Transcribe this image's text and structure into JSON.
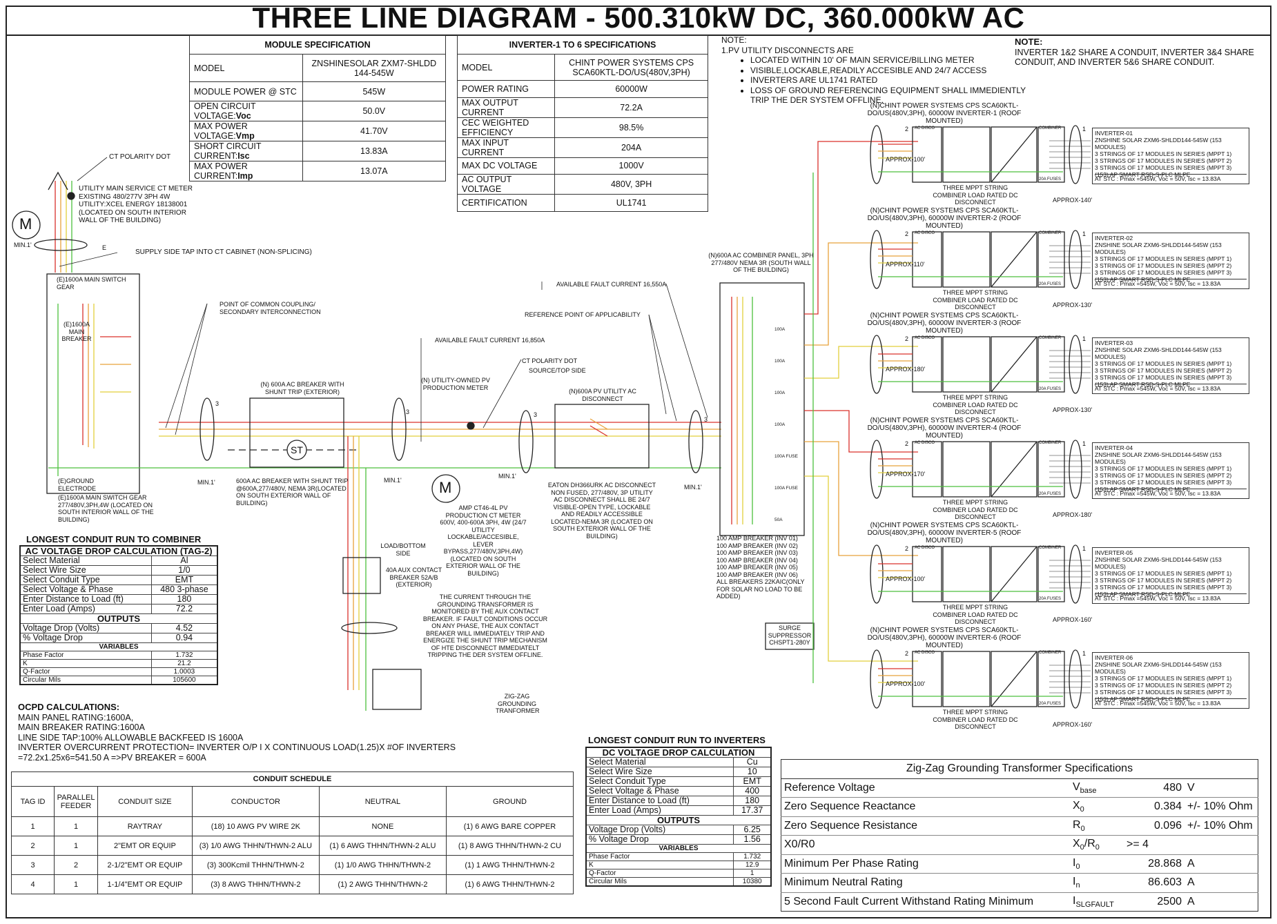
{
  "title": "THREE LINE DIAGRAM - 500.310kW DC, 360.000kW AC",
  "module_spec": {
    "header": "MODULE SPECIFICATION",
    "rows": [
      {
        "k": "MODEL",
        "v": "ZNSHINESOLAR ZXM7-SHLDD 144-545W"
      },
      {
        "k": "MODULE POWER @ STC",
        "v": "545W"
      },
      {
        "k": "OPEN CIRCUIT VOLTAGE:",
        "kb": "Voc",
        "v": "50.0V"
      },
      {
        "k": "MAX POWER VOLTAGE:",
        "kb": "Vmp",
        "v": "41.70V"
      },
      {
        "k": "SHORT CIRCUIT CURRENT:",
        "kb": "Isc",
        "v": "13.83A"
      },
      {
        "k": "MAX POWER CURRENT:",
        "kb": "Imp",
        "v": "13.07A"
      }
    ]
  },
  "inverter_spec": {
    "header": "INVERTER-1 TO 6 SPECIFICATIONS",
    "rows": [
      {
        "k": "MODEL",
        "v": "CHINT POWER SYSTEMS CPS SCA60KTL-DO/US(480V,3PH)"
      },
      {
        "k": "POWER RATING",
        "v": "60000W"
      },
      {
        "k": "MAX OUTPUT CURRENT",
        "v": "72.2A"
      },
      {
        "k": "CEC WEIGHTED EFFICIENCY",
        "v": "98.5%"
      },
      {
        "k": "MAX INPUT CURRENT",
        "v": "204A"
      },
      {
        "k": "MAX DC VOLTAGE",
        "v": "1000V"
      },
      {
        "k": "AC OUTPUT VOLTAGE",
        "v": "480V, 3PH"
      },
      {
        "k": "CERTIFICATION",
        "v": "UL1741"
      }
    ]
  },
  "note1": {
    "title": "NOTE:",
    "line1": "1.PV UTILITY DISCONNECTS ARE",
    "bullets": [
      "LOCATED WITHIN 10' OF MAIN SERVICE/BILLING METER",
      "VISIBLE,LOCKABLE,READILY ACCESIBLE AND 24/7 ACCESS",
      "INVERTERS ARE UL1741 RATED",
      "LOSS OF GROUND REFERENCING EQUIPMENT SHALL IMMEDIENTLY TRIP THE DER SYSTEM OFFLINE."
    ]
  },
  "note2": {
    "title": "NOTE:",
    "text": "INVERTER 1&2 SHARE A CONDUIT, INVERTER 3&4 SHARE CONDUIT, AND INVERTER 5&6 SHARE CONDUIT."
  },
  "labels": {
    "ct_polarity_dot": "CT POLARITY DOT",
    "utility_meter": "UTILITY MAIN SERVICE CT METER EXISTING 480/277V 3PH 4W UTILITY:XCEL ENERGY 18138001 (LOCATED ON SOUTH INTERIOR WALL OF THE BUILDING)",
    "supply_tap": "SUPPLY SIDE TAP INTO CT CABINET (NON-SPLICING)",
    "main_switch": "(E)1600A MAIN SWITCH GEAR",
    "main_breaker": "(E)1600A MAIN BREAKER",
    "ground_electrode": "(E)GROUND ELECTRODE",
    "main_switch_desc": "(E)1600A MAIN SWITCH GEAR 277/480V,3PH,4W (LOCATED ON SOUTH INTERIOR WALL OF THE BUILDING)",
    "pcc": "POINT OF COMMON COUPLING/ SECONDARY INTERCONNECTION",
    "shunt_breaker": "(N) 600A AC BREAKER WITH SHUNT TRIP (EXTERIOR)",
    "shunt_desc": "600A AC BREAKER WITH SHUNT TRIP @600A,277/480V, NEMA 3R(LOCATED ON SOUTH EXTERIOR WALL OF BUILDING)",
    "st": "ST",
    "m": "M",
    "min1": "MIN.1'",
    "e": "E",
    "three": "3",
    "two": "2",
    "one": "1",
    "fault1": "AVAILABLE FAULT CURRENT 16,850A",
    "fault2": "AVAILABLE FAULT CURRENT 16,550A",
    "ref_point": "REFERENCE POINT OF APPLICABILITY",
    "ct_polarity2": "CT POLARITY DOT",
    "source_top": "SOURCE/TOP SIDE",
    "pv_meter": "(N) UTILITY-OWNED PV PRODUCTION METER",
    "pv_disc": "(N)600A PV UTILITY AC DISCONNECT",
    "amp_ct": "AMP CT46-4L PV PRODUCTION CT METER 600V, 400-600A 3PH, 4W (24/7 UTILITY LOCKABLE/ACCESIBLE, LEVER BYPASS,277/480V,3PH,4W) (LOCATED ON SOUTH EXTERIOR WALL OF THE BUILDING)",
    "eaton": "EATON DH366URK AC DISCONNECT NON FUSED, 277/480V, 3P UTILITY AC DISCONNECT SHALL BE 24/7 VISIBLE-OPEN TYPE, LOCKABLE AND READILY ACCESSIBLE LOCATED-NEMA 3R (LOCATED ON SOUTH EXTERIOR WALL OF THE BUILDING)",
    "load_bottom": "LOAD/BOTTOM SIDE",
    "aux_breaker": "40A AUX CONTACT BREAKER 52A/B (EXTERIOR)",
    "grounding_note": "THE CURRENT THROUGH THE GROUNDING TRANSFORMER IS MONITORED BY THE AUX CONTACT BREAKER. IF FAULT CONDITIONS OCCUR ON ANY PHASE, THE AUX CONTACT BREAKER WILL IMMEDIATELY TRIP AND ENERGIZE THE SHUNT TRIP MECHANISM OF HTE DISCONNECT IMMEDIATELT TRIPPING THE DER SYSTEM OFFLINE.",
    "zigzag": "ZIG-ZAG GROUNDING TRANFORMER",
    "combiner_panel": "(N)600A AC COMBINER PANEL, 3PH 277/480V NEMA 3R (SOUTH WALL OF THE BUILDING)",
    "breaker_list": [
      "100 AMP BREAKER (INV 01)",
      "100 AMP BREAKER (INV 02)",
      "100 AMP BREAKER (INV 03)",
      "100 AMP BREAKER (INV 04)",
      "100 AMP BREAKER (INV 05)",
      "100 AMP BREAKER (INV 06)",
      "ALL BREAKERS 22KAIC(ONLY FOR SOLAR NO LOAD TO BE ADDED)"
    ],
    "surge": "SURGE SUPPRESSOR CHSPT1-280Y",
    "panel_small": [
      "100A",
      "100A",
      "100A",
      "100A",
      "100A FUSE",
      "100A FUSE",
      "50A"
    ],
    "ac_disco": "AC DISCO",
    "combiner": "COMBINER",
    "fuses": "20A FUSES",
    "mppt": "THREE MPPT STRING COMBINER LOAD RATED DC DISCONNECT"
  },
  "inverters": [
    {
      "title": "(N)CHINT POWER SYSTEMS CPS SCA60KTL-DO/US(480V,3PH), 60000W INVERTER-1 (ROOF MOUNTED)",
      "left_run": "APPROX-100'",
      "right_run": "APPROX-140'",
      "box": [
        "INVERTER-01",
        "ZNSHINE SOLAR ZXM6-SHLDD144-545W (153 MODULES)",
        "3 STRINGS OF 17 MODULES IN SERIES (MPPT 1)",
        "3 STRINGS OF 17 MODULES IN SERIES (MPPT 2)",
        "3 STRINGS OF 17 MODULES IN SERIES (MPPT 3)",
        "(153) AP SMART RSD-S-PLC MLPE"
      ],
      "stc": "AT STC : Pmax =545W, Voc = 50V, Isc = 13.83A"
    },
    {
      "title": "(N)CHINT POWER SYSTEMS CPS SCA60KTL-DO/US(480V,3PH), 60000W INVERTER-2 (ROOF MOUNTED)",
      "left_run": "APPROX-110'",
      "right_run": "APPROX-130'",
      "box": [
        "INVERTER-02",
        "ZNSHINE SOLAR ZXM6-SHLDD144-545W (153 MODULES)",
        "3 STRINGS OF 17 MODULES IN SERIES (MPPT 1)",
        "3 STRINGS OF 17 MODULES IN SERIES (MPPT 2)",
        "3 STRINGS OF 17 MODULES IN SERIES (MPPT 3)",
        "(153) AP SMART RSD-S-PLC MLPE"
      ],
      "stc": "AT STC : Pmax =545W, Voc = 50V, Isc = 13.83A"
    },
    {
      "title": "(N)CHINT POWER SYSTEMS CPS SCA60KTL-DO/US(480V,3PH), 60000W INVERTER-3 (ROOF MOUNTED)",
      "left_run": "APPROX-180'",
      "right_run": "APPROX-130'",
      "box": [
        "INVERTER-03",
        "ZNSHINE SOLAR ZXM6-SHLDD144-545W (153 MODULES)",
        "3 STRINGS OF 17 MODULES IN SERIES (MPPT 1)",
        "3 STRINGS OF 17 MODULES IN SERIES (MPPT 2)",
        "3 STRINGS OF 17 MODULES IN SERIES (MPPT 3)",
        "(153) AP SMART RSD-S-PLC MLPE"
      ],
      "stc": "AT STC : Pmax =545W, Voc = 50V, Isc = 13.83A"
    },
    {
      "title": "(N)CHINT POWER SYSTEMS CPS SCA60KTL-DO/US(480V,3PH), 60000W INVERTER-4 (ROOF MOUNTED)",
      "left_run": "APPROX-170'",
      "right_run": "APPROX-180'",
      "box": [
        "INVERTER-04",
        "ZNSHINE SOLAR ZXM6-SHLDD144-545W (153 MODULES)",
        "3 STRINGS OF 17 MODULES IN SERIES (MPPT 1)",
        "3 STRINGS OF 17 MODULES IN SERIES (MPPT 2)",
        "3 STRINGS OF 17 MODULES IN SERIES (MPPT 3)",
        "(153) AP SMART RSD-S-PLC MLPE"
      ],
      "stc": "AT STC : Pmax =545W, Voc = 50V, Isc = 13.83A"
    },
    {
      "title": "(N)CHINT POWER SYSTEMS CPS SCA60KTL-DO/US(480V,3PH), 60000W INVERTER-5 (ROOF MOUNTED)",
      "left_run": "APPROX-100'",
      "right_run": "APPROX-160'",
      "box": [
        "INVERTER-05",
        "ZNSHINE SOLAR ZXM6-SHLDD144-545W (153 MODULES)",
        "3 STRINGS OF 17 MODULES IN SERIES (MPPT 1)",
        "3 STRINGS OF 17 MODULES IN SERIES (MPPT 2)",
        "3 STRINGS OF 17 MODULES IN SERIES (MPPT 3)",
        "(153) AP SMART RSD-S-PLC MLPE"
      ],
      "stc": "AT STC : Pmax =545W, Voc = 50V, Isc = 13.83A"
    },
    {
      "title": "(N)CHINT POWER SYSTEMS CPS SCA60KTL-DO/US(480V,3PH), 60000W INVERTER-6 (ROOF MOUNTED)",
      "left_run": "APPROX-100'",
      "right_run": "APPROX-160'",
      "box": [
        "INVERTER-06",
        "ZNSHINE SOLAR ZXM6-SHLDD144-545W (153 MODULES)",
        "3 STRINGS OF 17 MODULES IN SERIES (MPPT 1)",
        "3 STRINGS OF 17 MODULES IN SERIES (MPPT 2)",
        "3 STRINGS OF 17 MODULES IN SERIES (MPPT 3)",
        "(153) AP SMART RSD-S-PLC MLPE"
      ],
      "stc": "AT STC : Pmax =545W, Voc = 50V, Isc = 13.83A"
    }
  ],
  "ac_calc": {
    "heading": "LONGEST CONDUIT RUN TO COMBINER",
    "header": "AC VOLTAGE DROP CALCULATION (TAG-2)",
    "inputs": [
      [
        "Select Material",
        "Al"
      ],
      [
        "Select Wire Size",
        "1/0"
      ],
      [
        "Select Conduit Type",
        "EMT"
      ],
      [
        "Select Voltage & Phase",
        "480 3-phase"
      ],
      [
        "Enter Distance to Load (ft)",
        "180"
      ],
      [
        "Enter Load (Amps)",
        "72.2"
      ]
    ],
    "outputs_label": "OUTPUTS",
    "outputs": [
      [
        "Voltage Drop (Volts)",
        "4.52"
      ],
      [
        "% Voltage Drop",
        "0.94"
      ]
    ],
    "variables_label": "VARIABLES",
    "variables": [
      [
        "Phase Factor",
        "1.732"
      ],
      [
        "K",
        "21.2"
      ],
      [
        "Q-Factor",
        "1.0003"
      ],
      [
        "Circular Mils",
        "105600"
      ]
    ]
  },
  "dc_calc": {
    "heading": "LONGEST CONDUIT RUN TO INVERTERS",
    "header": "DC VOLTAGE DROP CALCULATION",
    "inputs": [
      [
        "Select Material",
        "Cu"
      ],
      [
        "Select Wire Size",
        "10"
      ],
      [
        "Select Conduit Type",
        "EMT"
      ],
      [
        "Select Voltage & Phase",
        "400"
      ],
      [
        "Enter Distance to Load (ft)",
        "180"
      ],
      [
        "Enter Load (Amps)",
        "17.37"
      ]
    ],
    "outputs_label": "OUTPUTS",
    "outputs": [
      [
        "Voltage Drop (Volts)",
        "6.25"
      ],
      [
        "% Voltage Drop",
        "1.56"
      ]
    ],
    "variables_label": "VARIABLES",
    "variables": [
      [
        "Phase Factor",
        "1.732"
      ],
      [
        "K",
        "12.9"
      ],
      [
        "Q-Factor",
        "1"
      ],
      [
        "Circular Mils",
        "10380"
      ]
    ]
  },
  "ocpd": {
    "heading": "OCPD CALCULATIONS:",
    "lines": [
      "MAIN PANEL RATING:1600A,",
      "MAIN BREAKER RATING:1600A",
      "LINE SIDE TAP:100% ALLOWABLE BACKFEED IS 1600A",
      "INVERTER OVERCURRENT PROTECTION= INVERTER O/P I X CONTINUOUS LOAD(1.25)X #OF INVERTERS",
      "=72.2x1.25x6=541.50 A =>PV BREAKER = 600A"
    ]
  },
  "conduit_schedule": {
    "title": "CONDUIT SCHEDULE",
    "headers": [
      "TAG ID",
      "PARALLEL FEEDER",
      "CONDUIT SIZE",
      "CONDUCTOR",
      "NEUTRAL",
      "GROUND"
    ],
    "rows": [
      [
        "1",
        "1",
        "RAYTRAY",
        "(18) 10 AWG PV WIRE 2K",
        "NONE",
        "(1) 6 AWG BARE COPPER"
      ],
      [
        "2",
        "1",
        "2\"EMT OR EQUIP",
        "(3) 1/0 AWG THHN/THWN-2 ALU",
        "(1) 6 AWG THHN/THWN-2 ALU",
        "(1) 8 AWG THHN/THWN-2 CU"
      ],
      [
        "3",
        "2",
        "2-1/2\"EMT OR EQUIP",
        "(3) 300Kcmil THHN/THWN-2",
        "(1) 1/0 AWG THHN/THWN-2",
        "(1) 1 AWG THHN/THWN-2"
      ],
      [
        "4",
        "1",
        "1-1/4\"EMT OR EQUIP",
        "(3) 8 AWG THHN/THWN-2",
        "(1) 2 AWG THHN/THWN-2",
        "(1) 6 AWG THHN/THWN-2"
      ]
    ]
  },
  "zigzag_spec": {
    "title": "Zig-Zag Grounding Transformer Specifications",
    "rows": [
      {
        "name": "Reference Voltage",
        "sym": "V",
        "sub": "base",
        "val": "480",
        "unit": "V"
      },
      {
        "name": "Zero Sequence Reactance",
        "sym": "X",
        "sub": "0",
        "val": "0.384",
        "unit": "+/- 10% Ohm"
      },
      {
        "name": "Zero Sequence Resistance",
        "sym": "R",
        "sub": "0",
        "val": "0.096",
        "unit": "+/- 10% Ohm"
      },
      {
        "name": "X0/R0",
        "sym": "X",
        "sub": "0",
        "sym2": "/R",
        "sub2": "0",
        "val": ">= 4",
        "unit": ""
      },
      {
        "name": "Minimum Per Phase Rating",
        "sym": "I",
        "sub": "0",
        "val": "28.868",
        "unit": "A"
      },
      {
        "name": "Minimum Neutral Rating",
        "sym": "I",
        "sub": "n",
        "val": "86.603",
        "unit": "A"
      },
      {
        "name": "5 Second Fault Current Withstand Rating Minimum",
        "sym": "I",
        "sub": "SLGFAULT",
        "val": "2500",
        "unit": "A"
      }
    ]
  },
  "colors": {
    "red": "#d9302b",
    "orange": "#e8a23a",
    "yellow": "#e2cf3b",
    "green": "#4cbf3c",
    "line": "#222222"
  }
}
